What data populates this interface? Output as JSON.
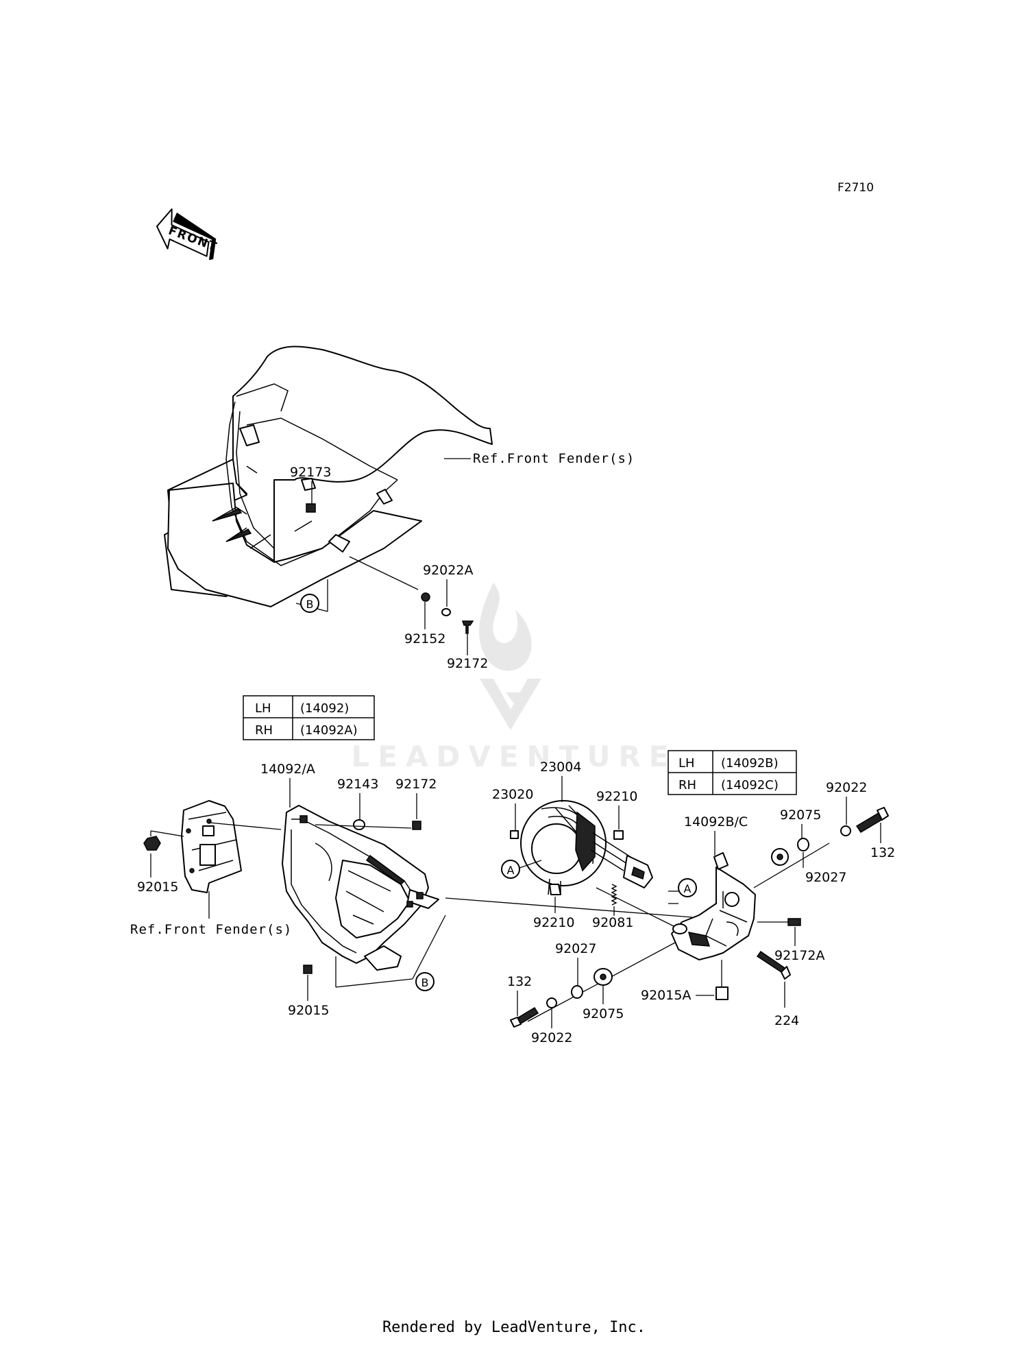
{
  "diagram_code": "F2710",
  "front_arrow_text": "FRONT",
  "watermark_text": "LEADVENTURE",
  "footer": "Rendered by LeadVenture, Inc.",
  "refs": {
    "front_fender_top": "Ref.Front Fender(s)",
    "front_fender_left": "Ref.Front Fender(s)"
  },
  "callouts": {
    "a1": "A",
    "a2": "A",
    "b1": "B",
    "b2": "B"
  },
  "tables": {
    "left": [
      {
        "side": "LH",
        "part": "(14092)"
      },
      {
        "side": "RH",
        "part": "(14092A)"
      }
    ],
    "right": [
      {
        "side": "LH",
        "part": "(14092B)"
      },
      {
        "side": "RH",
        "part": "(14092C)"
      }
    ]
  },
  "parts": {
    "p92173": "92173",
    "p92022A": "92022A",
    "p92152": "92152",
    "p92172_top": "92172",
    "p14092A": "14092/A",
    "p92143": "92143",
    "p92172_mid": "92172",
    "p92015_left": "92015",
    "p92015_bottom": "92015",
    "p23020": "23020",
    "p23004": "23004",
    "p92210_top": "92210",
    "p92210_bottom": "92210",
    "p92081": "92081",
    "p14092BC": "14092B/C",
    "p92075_top": "92075",
    "p92022_top": "92022",
    "p132_right": "132",
    "p92027_top": "92027",
    "p92172A": "92172A",
    "p92027_bottom": "92027",
    "p132_left": "132",
    "p92075_bottom": "92075",
    "p92022_bottom": "92022",
    "p92015A": "92015A",
    "p224": "224"
  }
}
